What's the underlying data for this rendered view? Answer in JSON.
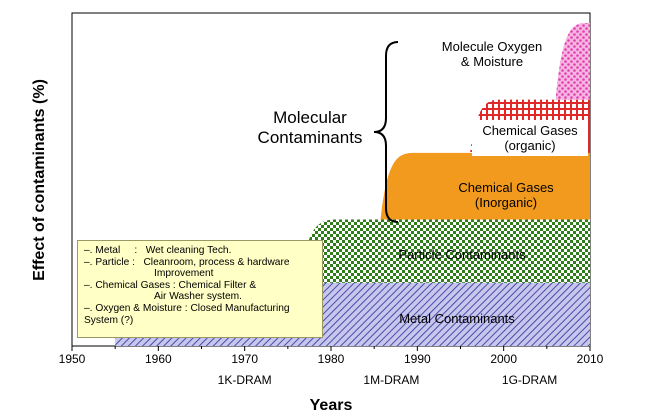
{
  "chart_data": {
    "type": "area",
    "title": "",
    "xlabel": "Years",
    "ylabel": "Effect  of contaminants (%)",
    "xlim": [
      1950,
      2010
    ],
    "x_ticks": [
      "1950",
      "1960",
      "1970",
      "1980",
      "1990",
      "2000",
      "2010"
    ],
    "dram_milestones": [
      {
        "label": "1K-DRAM",
        "x": 1970
      },
      {
        "label": "1M-DRAM",
        "x": 1987
      },
      {
        "label": "1G-DRAM",
        "x": 2003
      }
    ],
    "series": [
      {
        "name": "Metal Contaminants",
        "start": 1955,
        "level": 0.19,
        "color": "#5b5bb5"
      },
      {
        "name": "Particle Contaminants",
        "start": 1976,
        "level": 0.38,
        "color": "#2e7d1a"
      },
      {
        "name": "Chemical Gases (Inorganic)",
        "start": 1985,
        "level": 0.58,
        "color": "#f0a030"
      },
      {
        "name": "Chemical Gases (organic)",
        "start": 1995,
        "level": 0.74,
        "color": "#e03030"
      },
      {
        "name": "Molecule Oxygen & Moisture",
        "start": 2005,
        "level": 0.97,
        "color": "#f060c0"
      }
    ],
    "band_labels": {
      "metal": "Metal Contaminants",
      "particle": "Particle Contaminants",
      "inorganic_1": "Chemical Gases",
      "inorganic_2": "(Inorganic)",
      "organic_1": "Chemical Gases",
      "organic_2": "(organic)",
      "oxygen_1": "Molecule Oxygen",
      "oxygen_2": "& Moisture"
    },
    "group_label_1": "Molecular",
    "group_label_2": "Contaminants"
  },
  "legend": {
    "lines": [
      {
        "text": "–. Metal     :   Wet cleaning Tech.",
        "indent": false
      },
      {
        "text": "–. Particle :   Cleanroom, process & hardware",
        "indent": false
      },
      {
        "text": "Improvement",
        "indent": true
      },
      {
        "text": "–. Chemical Gases : Chemical Filter &",
        "indent": false
      },
      {
        "text": "Air Washer system.",
        "indent": true
      },
      {
        "text": "–. Oxygen & Moisture : Closed Manufacturing",
        "indent": false
      },
      {
        "text": "System (?)",
        "indent": false
      }
    ]
  }
}
